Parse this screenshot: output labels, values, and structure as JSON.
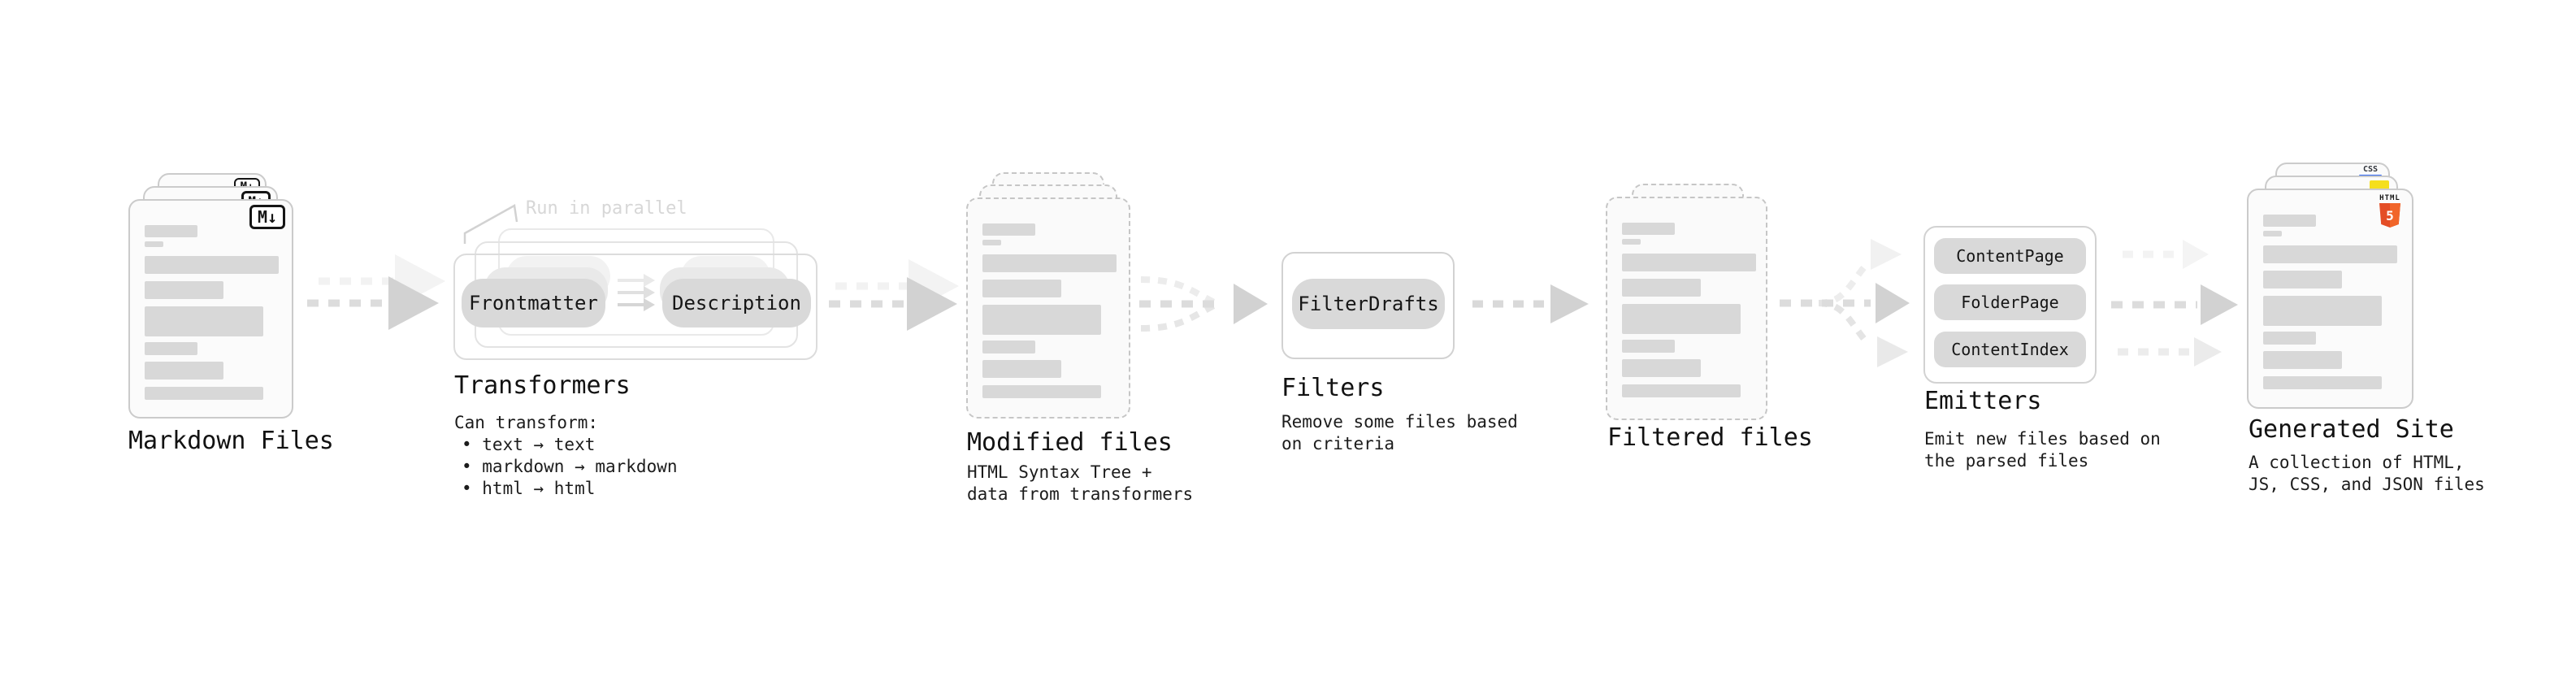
{
  "diagram": {
    "markdown_files": {
      "label": "Markdown Files",
      "badge": "M↓"
    },
    "transformers": {
      "annotation": "Run in parallel",
      "pill_left": "Frontmatter",
      "pill_right": "Description",
      "label": "Transformers",
      "desc_title": "Can transform:",
      "bullets": [
        "• text → text",
        "• markdown → markdown",
        "• html → html"
      ]
    },
    "modified_files": {
      "label": "Modified files",
      "desc": [
        "HTML Syntax Tree +",
        "data from transformers"
      ]
    },
    "filters": {
      "pill": "FilterDrafts",
      "label": "Filters",
      "desc": [
        "Remove some files based",
        "on criteria"
      ]
    },
    "filtered_files": {
      "label": "Filtered files"
    },
    "emitters": {
      "pills": [
        "ContentPage",
        "FolderPage",
        "ContentIndex"
      ],
      "label": "Emitters",
      "desc": [
        "Emit new files based on",
        "the parsed files"
      ]
    },
    "generated_site": {
      "label": "Generated Site",
      "desc": [
        "A collection of HTML,",
        "JS, CSS, and JSON files"
      ],
      "badge_css": "CSS",
      "badge_html": "HTML",
      "badge_html_number": "5"
    }
  },
  "colors": {
    "arrow_dark": "#d2d2d2",
    "arrow_light": "#f2f2f2",
    "pill_fill": "#d9d9d9",
    "bar_fill": "#d8d8d8",
    "html5_orange": "#e44d26",
    "html5_orange_light": "#f16529",
    "js_yellow": "#f5df1d",
    "css_blue": "#2d65f2",
    "annotation_gray": "#d7d7d7"
  }
}
